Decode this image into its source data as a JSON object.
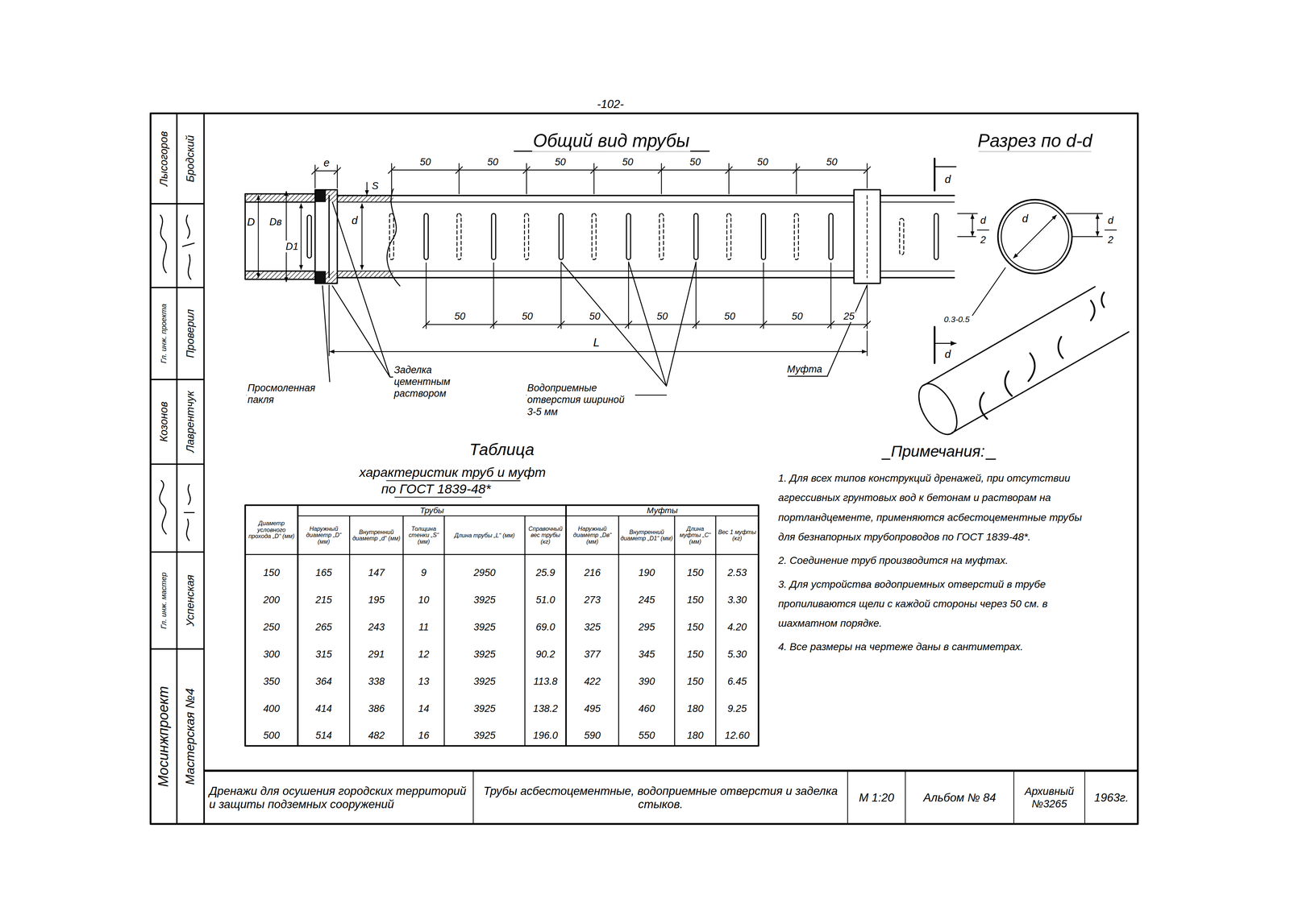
{
  "diagram": {
    "title": "Общий вид трубы",
    "nodes": [
      {
        "text": [
          "Дренажи для осушения городских территорий и защиты подземных сооружений"
        ]
      },
      {
        "text": [
          "Трубы асбестоцементные, водоприемные отверстия и заделка стыков."
        ]
      },
      {
        "text": [
          "М 1:20"
        ]
      },
      {
        "text": [
          "Альбом № 84"
        ]
      },
      {
        "text": [
          "Архивный №3265"
        ]
      },
      {
        "text": [
          "1963г."
        ]
      }
    ],
    "labels": [
      "-102-",
      "Разрез по d-d",
      "e",
      "50",
      "50",
      "50",
      "50",
      "50",
      "50",
      "50",
      "d",
      "d",
      "D",
      "Dв",
      "D1",
      "S",
      "d",
      "d",
      "2",
      "d",
      "d",
      "2",
      "0.3-0.5",
      "50",
      "50",
      "50",
      "50",
      "50",
      "50",
      "25",
      "L",
      "Просмоленная пакля",
      "Заделка цементным раствором",
      "Водоприемные отверстия шириной 3-5 мм",
      "Муфта",
      "Таблица",
      "характеристик труб и муфт",
      "по ГОСТ 1839-48*",
      "Примечания:",
      "1. Для всех типов конструкций дренажей, при отсутствии агрессивных грунтовых вод к бетонам и растворам на портландцементе, применяются асбестоцементные трубы для безнапорных трубопроводов по ГОСТ 1839-48*.",
      "2. Соединение труб производится на муфтах.",
      "3. Для устройства водоприемных отверстий в трубе пропиливаются щели с каждой стороны через 50 см. в шахматном порядке.",
      "4. Все размеры на чертеже даны в сантиметрах.",
      "Диаметр условного прохода „D“ (мм)",
      "Трубы",
      "Муфты",
      "Наружный диаметр „D“ (мм)",
      "Внутренний диаметр „d“ (мм)",
      "Толщина стенки „S“ (мм)",
      "Длина трубы „L“ (мм)",
      "Справочный вес трубы (кг)",
      "Наружный диаметр „Dв“ (мм)",
      "Внутренний диаметр „D1“ (мм)",
      "Длина муфты „C“ (мм)",
      "Вес 1 муфты (кг)",
      "150",
      "165",
      "147",
      "9",
      "2950",
      "25.9",
      "216",
      "190",
      "150",
      "2.53",
      "200",
      "215",
      "195",
      "10",
      "3925",
      "51.0",
      "273",
      "245",
      "150",
      "3.30",
      "250",
      "265",
      "243",
      "11",
      "3925",
      "69.0",
      "325",
      "295",
      "150",
      "4.20",
      "300",
      "315",
      "291",
      "12",
      "3925",
      "90.2",
      "377",
      "345",
      "150",
      "5.30",
      "350",
      "364",
      "338",
      "13",
      "3925",
      "113.8",
      "422",
      "390",
      "150",
      "6.45",
      "400",
      "414",
      "386",
      "14",
      "3925",
      "138.2",
      "495",
      "460",
      "180",
      "9.25",
      "500",
      "514",
      "482",
      "16",
      "3925",
      "196.0",
      "590",
      "550",
      "180",
      "12.60",
      "Мосинжпроект",
      "Мастерская №4",
      "Гл. инж. мастер",
      "Успенская",
      "Козонов",
      "Лаврентчук",
      "Гл. инж. проекта",
      "Проверил",
      "Лысогоров",
      "Бродский"
    ]
  }
}
